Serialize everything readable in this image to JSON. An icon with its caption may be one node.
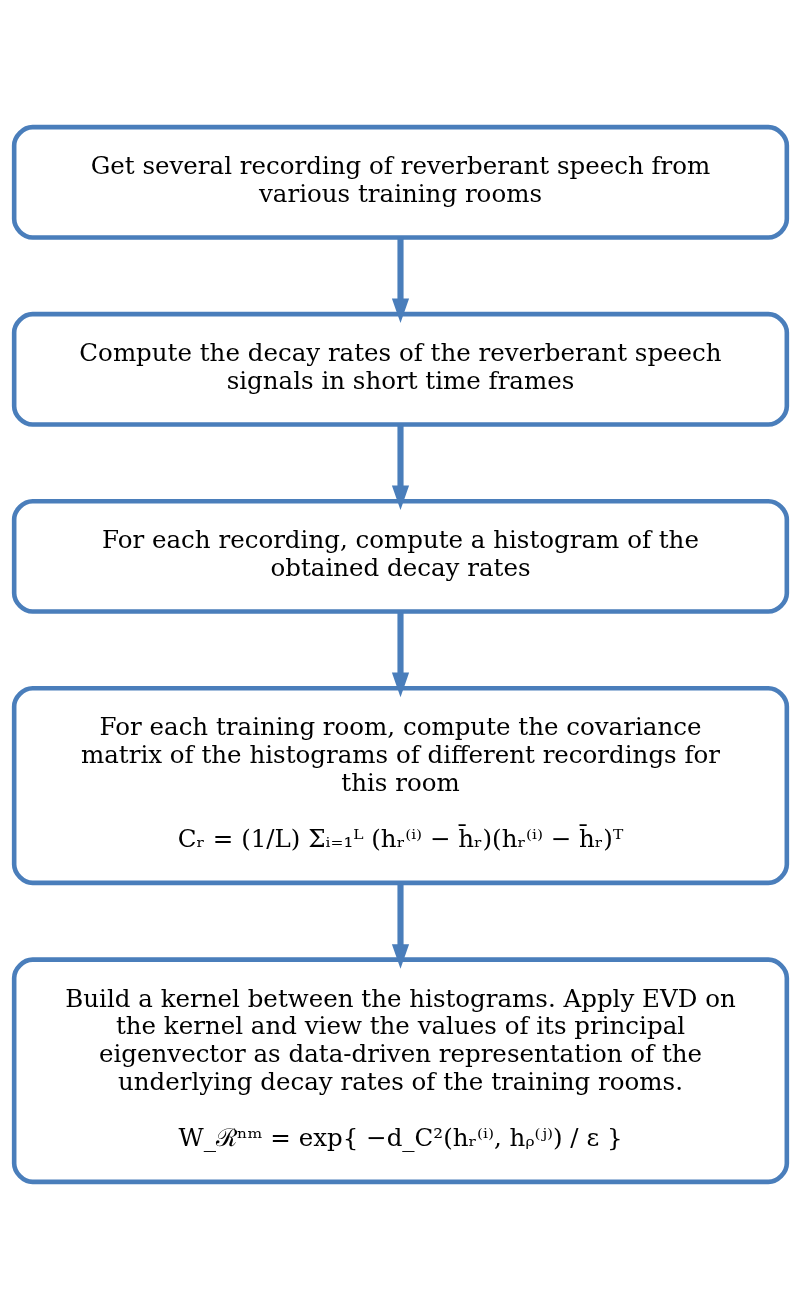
{
  "diagram": {
    "nodes": [
      {
        "text": [
          "Get several recording of reverberant speech from various training rooms"
        ]
      },
      {
        "text": [
          "Compute the decay rates of the reverberant speech signals in short time frames"
        ]
      },
      {
        "text": [
          "For each recording, compute a histogram of the obtained decay rates"
        ]
      },
      {
        "text": [
          "For each training room, compute the covariance matrix of the histograms of different recordings for this room",
          "Cᵣ = (1/L) Σᵢ₌₁ᴸ (hᵣ⁽ⁱ⁾ − h̄ᵣ)(hᵣ⁽ⁱ⁾ − h̄ᵣ)ᵀ"
        ]
      },
      {
        "text": [
          "Build a kernel between the histograms. Apply EVD on the kernel and view the values of its principal eigenvector as data-driven representation of the underlying decay rates of the training rooms.",
          "W_ℛⁿᵐ = exp{ −d_C²(hᵣ⁽ⁱ⁾, hᵨ⁽ʲ⁾) / ε }"
        ]
      }
    ],
    "edges": [
      {
        "from": 0,
        "to": 1,
        "arrow": "to"
      },
      {
        "from": 1,
        "to": 2,
        "arrow": "to"
      },
      {
        "from": 2,
        "to": 3,
        "arrow": "to"
      },
      {
        "from": 3,
        "to": 4,
        "arrow": "to"
      }
    ]
  }
}
